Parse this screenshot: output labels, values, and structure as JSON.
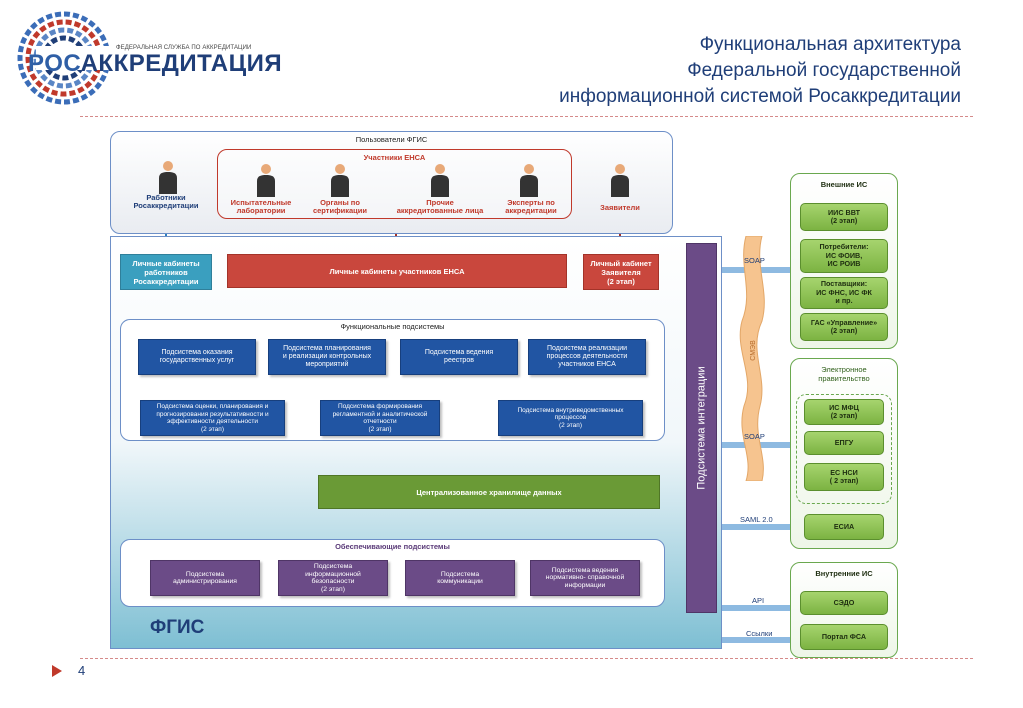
{
  "header": {
    "logo_subtitle": "ФЕДЕРАЛЬНАЯ СЛУЖБА ПО АККРЕДИТАЦИИ",
    "logo_prefix": "РОС",
    "logo_main": "АККРЕДИТАЦИЯ",
    "title_line1": "Функциональная архитектура",
    "title_line2": "Федеральной государственной",
    "title_line3": "информационной системой Росаккредитации"
  },
  "users": {
    "title": "Пользователи ФГИС",
    "rosakk_line1": "Работники",
    "rosakk_line2": "Росаккредитации",
    "ensa_title": "Участники ЕНСА",
    "labs_line1": "Испытательные",
    "labs_line2": "лаборатории",
    "cert_line1": "Органы по",
    "cert_line2": "сертификации",
    "other_line1": "Прочие",
    "other_line2": "аккредитованные лица",
    "experts_line1": "Эксперты по",
    "experts_line2": "аккредитации",
    "applicants": "Заявители"
  },
  "cabinets": {
    "workers_line1": "Личные кабинеты",
    "workers_line2": "работников",
    "workers_line3": "Росаккредитации",
    "ensa": "Личные кабинеты участников ЕНСА",
    "applicant_line1": "Личный кабинет",
    "applicant_line2": "Заявителя",
    "applicant_line3": "(2 этап)"
  },
  "functional": {
    "title": "Функциональные подсистемы",
    "box1_line1": "Подсистема оказания",
    "box1_line2": "государственных услуг",
    "box2_line1": "Подсистема планирования",
    "box2_line2": "и реализации контрольных",
    "box2_line3": "мероприятий",
    "box3_line1": "Подсистема ведения",
    "box3_line2": "реестров",
    "box4_line1": "Подсистема реализации",
    "box4_line2": "процессов деятельности",
    "box4_line3": "участников ЕНСА",
    "box5_line1": "Подсистема оценки, планирования и",
    "box5_line2": "прогнозирования результативности и",
    "box5_line3": "эффективности деятельности",
    "box5_line4": "(2 этап)",
    "box6_line1": "Подсистема формирования",
    "box6_line2": "регламентной и аналитической",
    "box6_line3": "отчетности",
    "box6_line4": "(2 этап)",
    "box7_line1": "Подсистема внутриведомственных",
    "box7_line2": "процессов",
    "box7_line3": "(2 этап)"
  },
  "storage": "Централизованное хранилище данных",
  "support": {
    "title": "Обеспечивающие подсистемы",
    "box1_line1": "Подсистема",
    "box1_line2": "администрирования",
    "box2_line1": "Подсистема",
    "box2_line2": "информационной",
    "box2_line3": "безопасности",
    "box2_line4": "(2 этап)",
    "box3_line1": "Подсистема",
    "box3_line2": "коммуникации",
    "box4_line1": "Подсистема ведения",
    "box4_line2": "нормативно- справочной",
    "box4_line3": "информации"
  },
  "fgis_label": "ФГИС",
  "integration_label": "Подсистема интеграции",
  "smev_label": "СМЭВ",
  "protocols": {
    "soap1": "SOAP",
    "soap2": "SOAP",
    "saml": "SAML 2.0",
    "api": "API",
    "links": "Ссылки"
  },
  "external": {
    "title": "Внешние ИС",
    "iis_line1": "ИИС ВВТ",
    "iis_line2": "(2 этап)",
    "cons_line1": "Потребители:",
    "cons_line2": "ИС ФОИВ,",
    "cons_line3": "ИС РОИВ",
    "supp_line1": "Поставщики:",
    "supp_line2": "ИС ФНС, ИС ФК",
    "supp_line3": "и пр.",
    "gas_line1": "ГАС «Управление»",
    "gas_line2": "(2 этап)"
  },
  "egov": {
    "title_line1": "Электронное",
    "title_line2": "правительство",
    "mfc_line1": "ИС МФЦ",
    "mfc_line2": "(2 этап)",
    "epgu": "ЕПГУ",
    "nsi_line1": "ЕС НСИ",
    "nsi_line2": "( 2 этап)",
    "esia": "ЕСИА"
  },
  "internal": {
    "title": "Внутренние ИС",
    "sedo": "СЭДО",
    "portal": "Портал ФСА"
  },
  "page_number": "4",
  "colors": {
    "dark_blue": "#1f3e78",
    "func_blue": "#2155a3",
    "cabinet_blue": "#3a9fbf",
    "ensa_red": "#c9473d",
    "support_purple": "#6b4b87",
    "storage_green": "#6a9a36",
    "green_box": "#8cc152"
  }
}
